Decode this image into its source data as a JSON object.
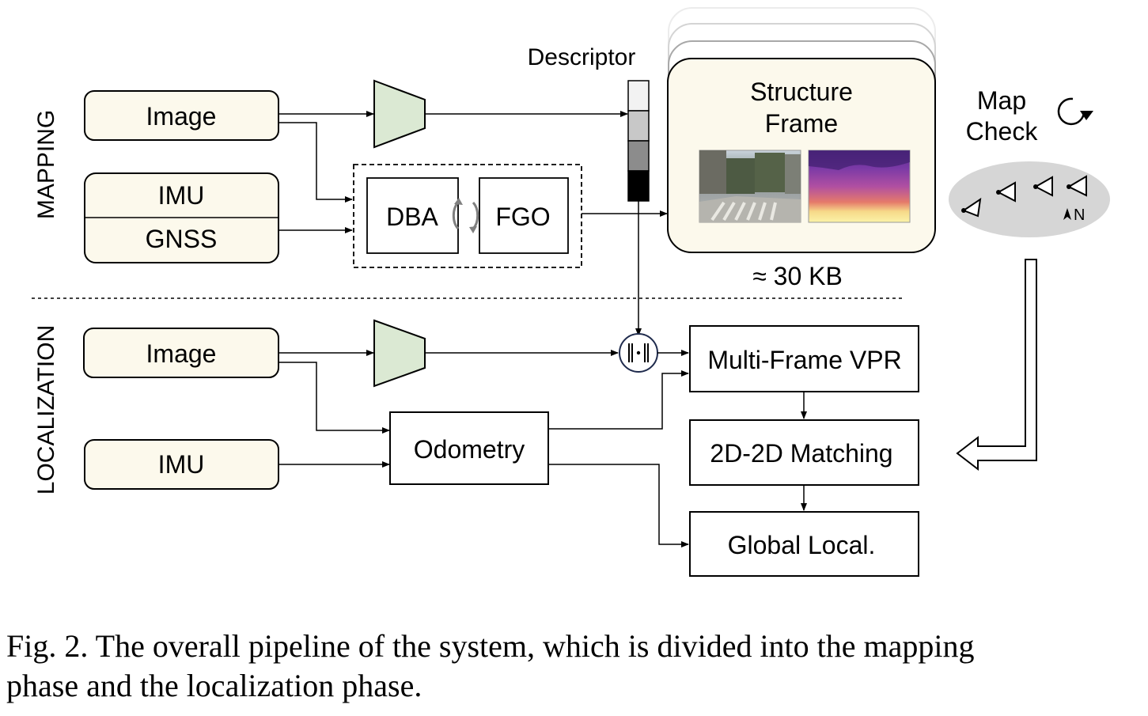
{
  "mapping": {
    "phase_label": "MAPPING",
    "image_label": "Image",
    "imu_label": "IMU",
    "gnss_label": "GNSS",
    "dba_label": "DBA",
    "fgo_label": "FGO",
    "descriptor_label": "Descriptor",
    "structure_frame_line1": "Structure",
    "structure_frame_line2": "Frame",
    "size_label": "≈ 30 KB",
    "map_check_line1": "Map",
    "map_check_line2": "Check",
    "north_label": "N"
  },
  "localization": {
    "phase_label": "LOCALIZATION",
    "image_label": "Image",
    "imu_label": "IMU",
    "odometry_label": "Odometry",
    "vpr_label": "Multi-Frame VPR",
    "matching_label": "2D-2D Matching",
    "global_label": "Global Local."
  },
  "caption": {
    "line1": "Fig. 2.  The overall pipeline of the system, which is divided into the mapping",
    "line2": "phase and the localization phase."
  },
  "colors": {
    "input_fill": "#fcf9ec",
    "encoder_fill": "#dbe9d3",
    "map_ellipse": "#d6d6d6",
    "descriptor_cells": [
      "#f2f2f2",
      "#c8c8c8",
      "#8c8c8c",
      "#000000"
    ]
  }
}
